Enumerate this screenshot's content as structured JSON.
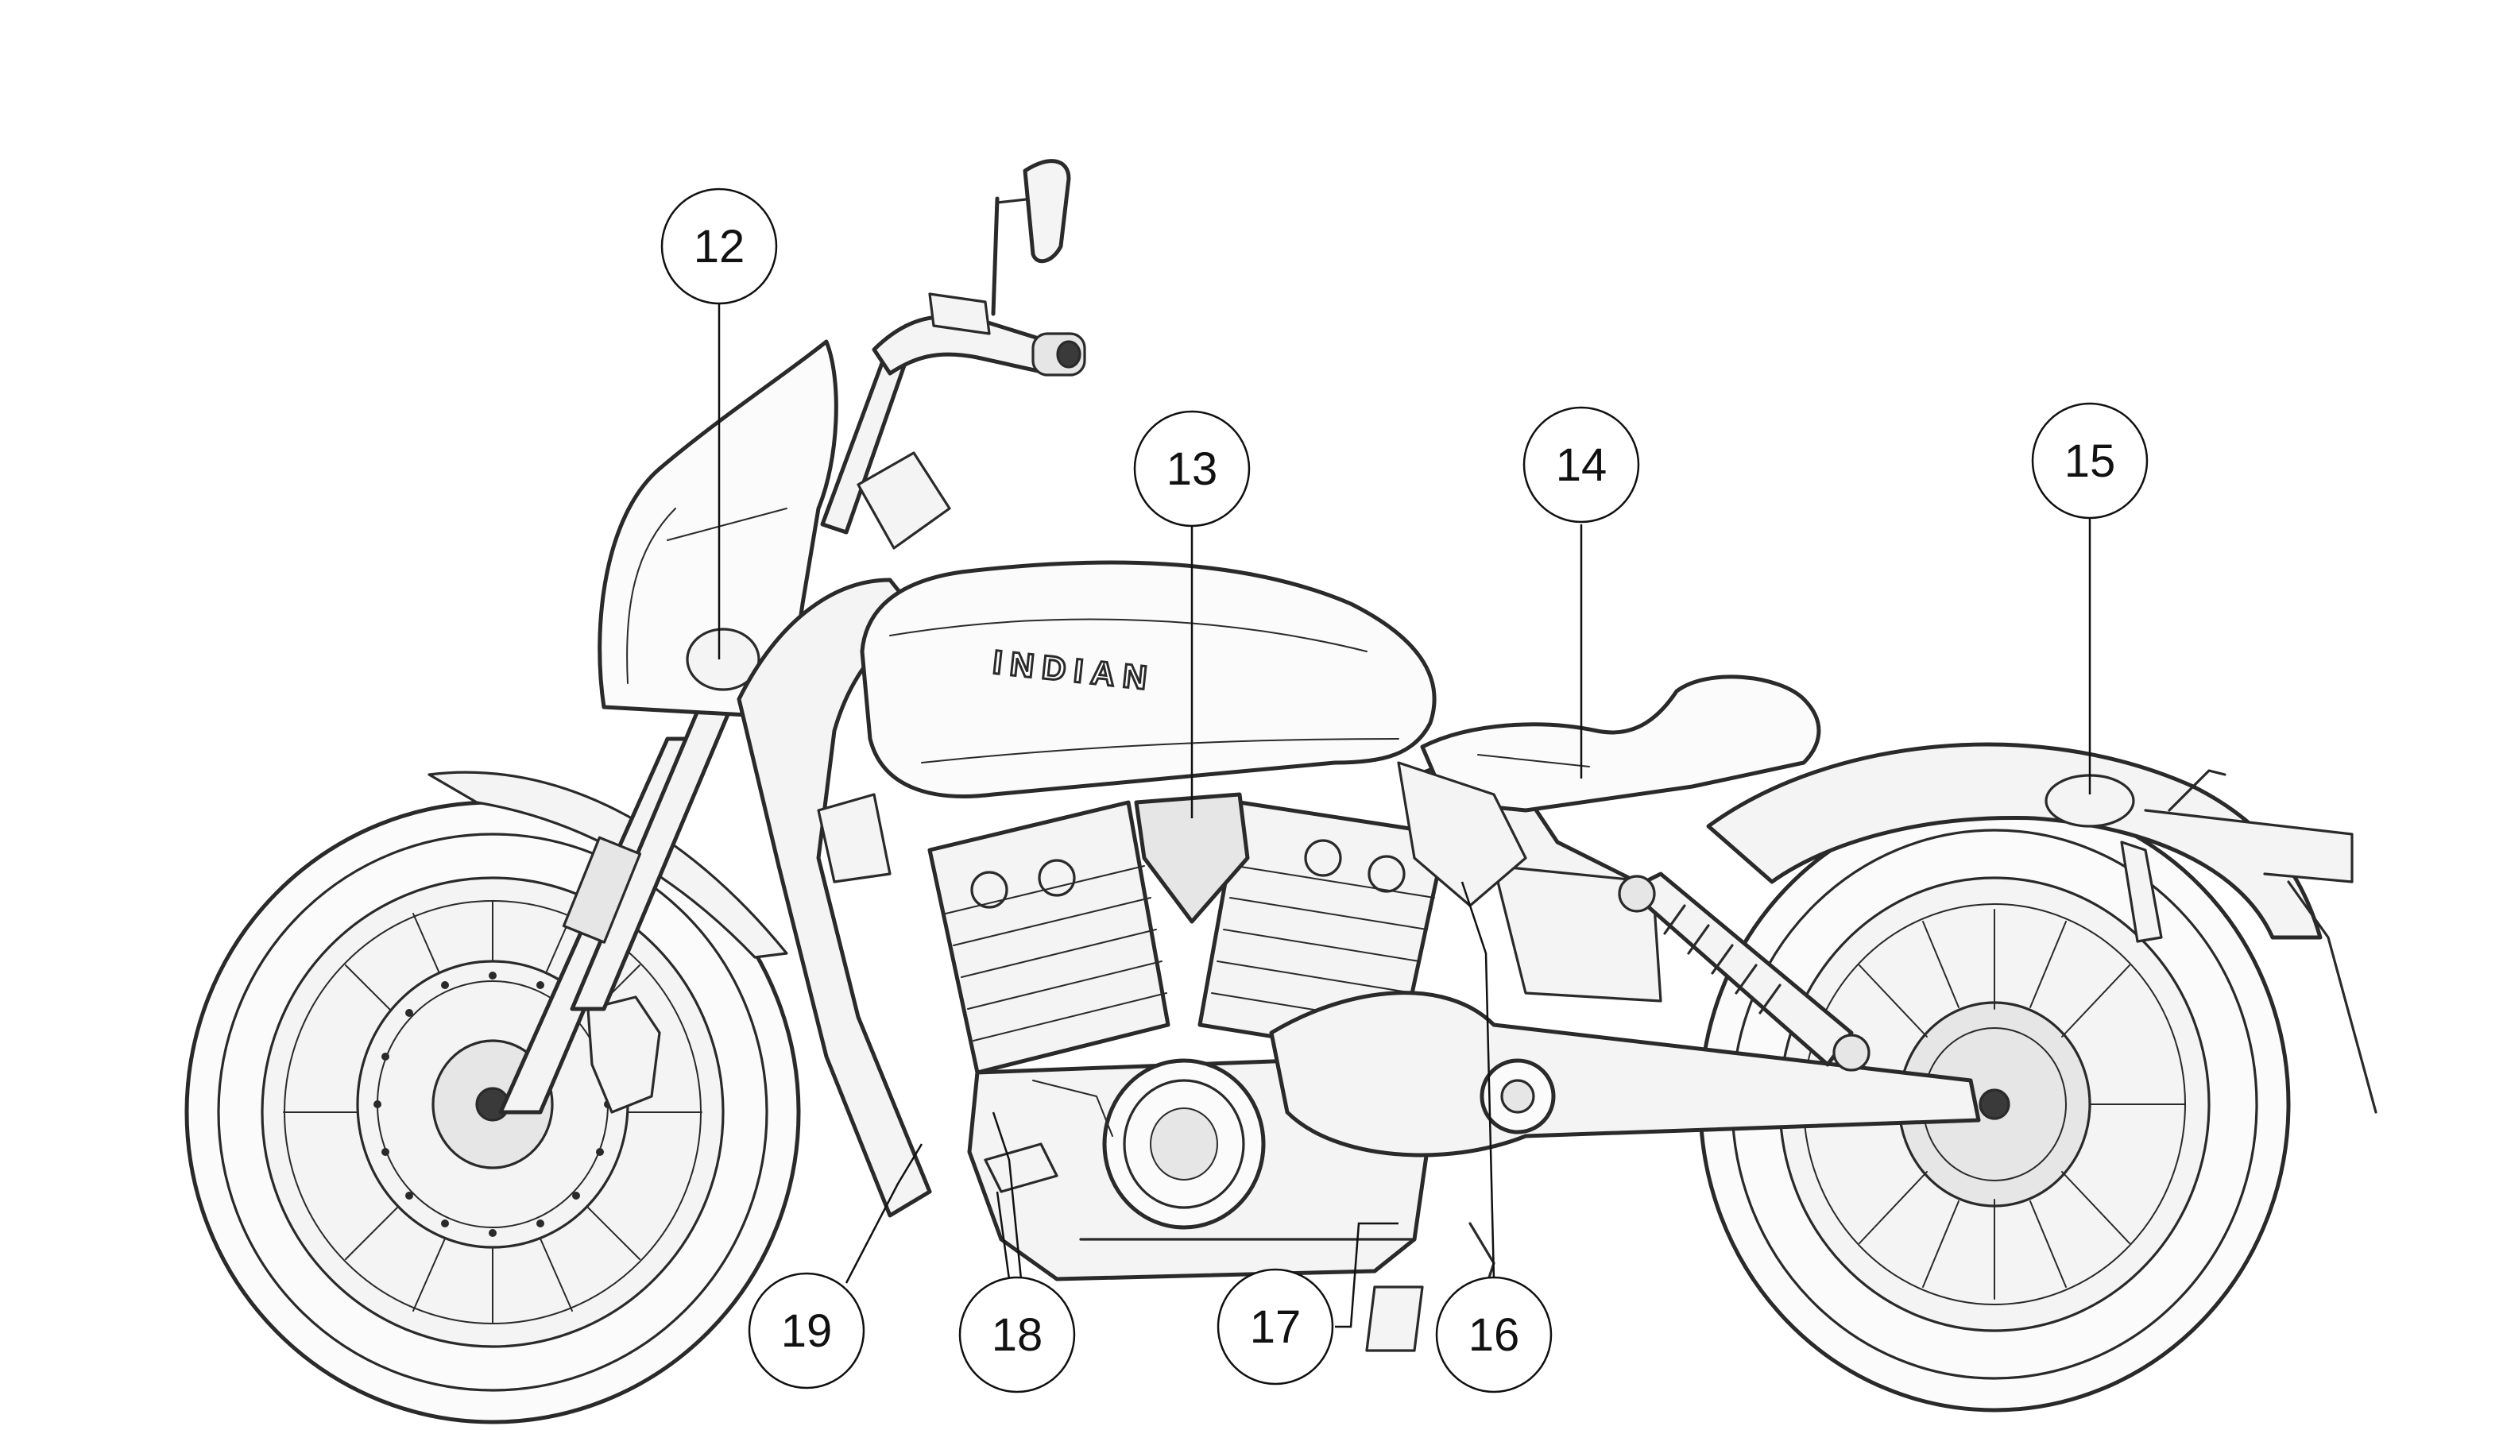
{
  "diagram": {
    "tank_badge": "INDIAN",
    "callouts": [
      {
        "id": "12",
        "label": "12"
      },
      {
        "id": "13",
        "label": "13"
      },
      {
        "id": "14",
        "label": "14"
      },
      {
        "id": "15",
        "label": "15"
      },
      {
        "id": "16",
        "label": "16"
      },
      {
        "id": "17",
        "label": "17"
      },
      {
        "id": "18",
        "label": "18"
      },
      {
        "id": "19",
        "label": "19"
      }
    ]
  }
}
